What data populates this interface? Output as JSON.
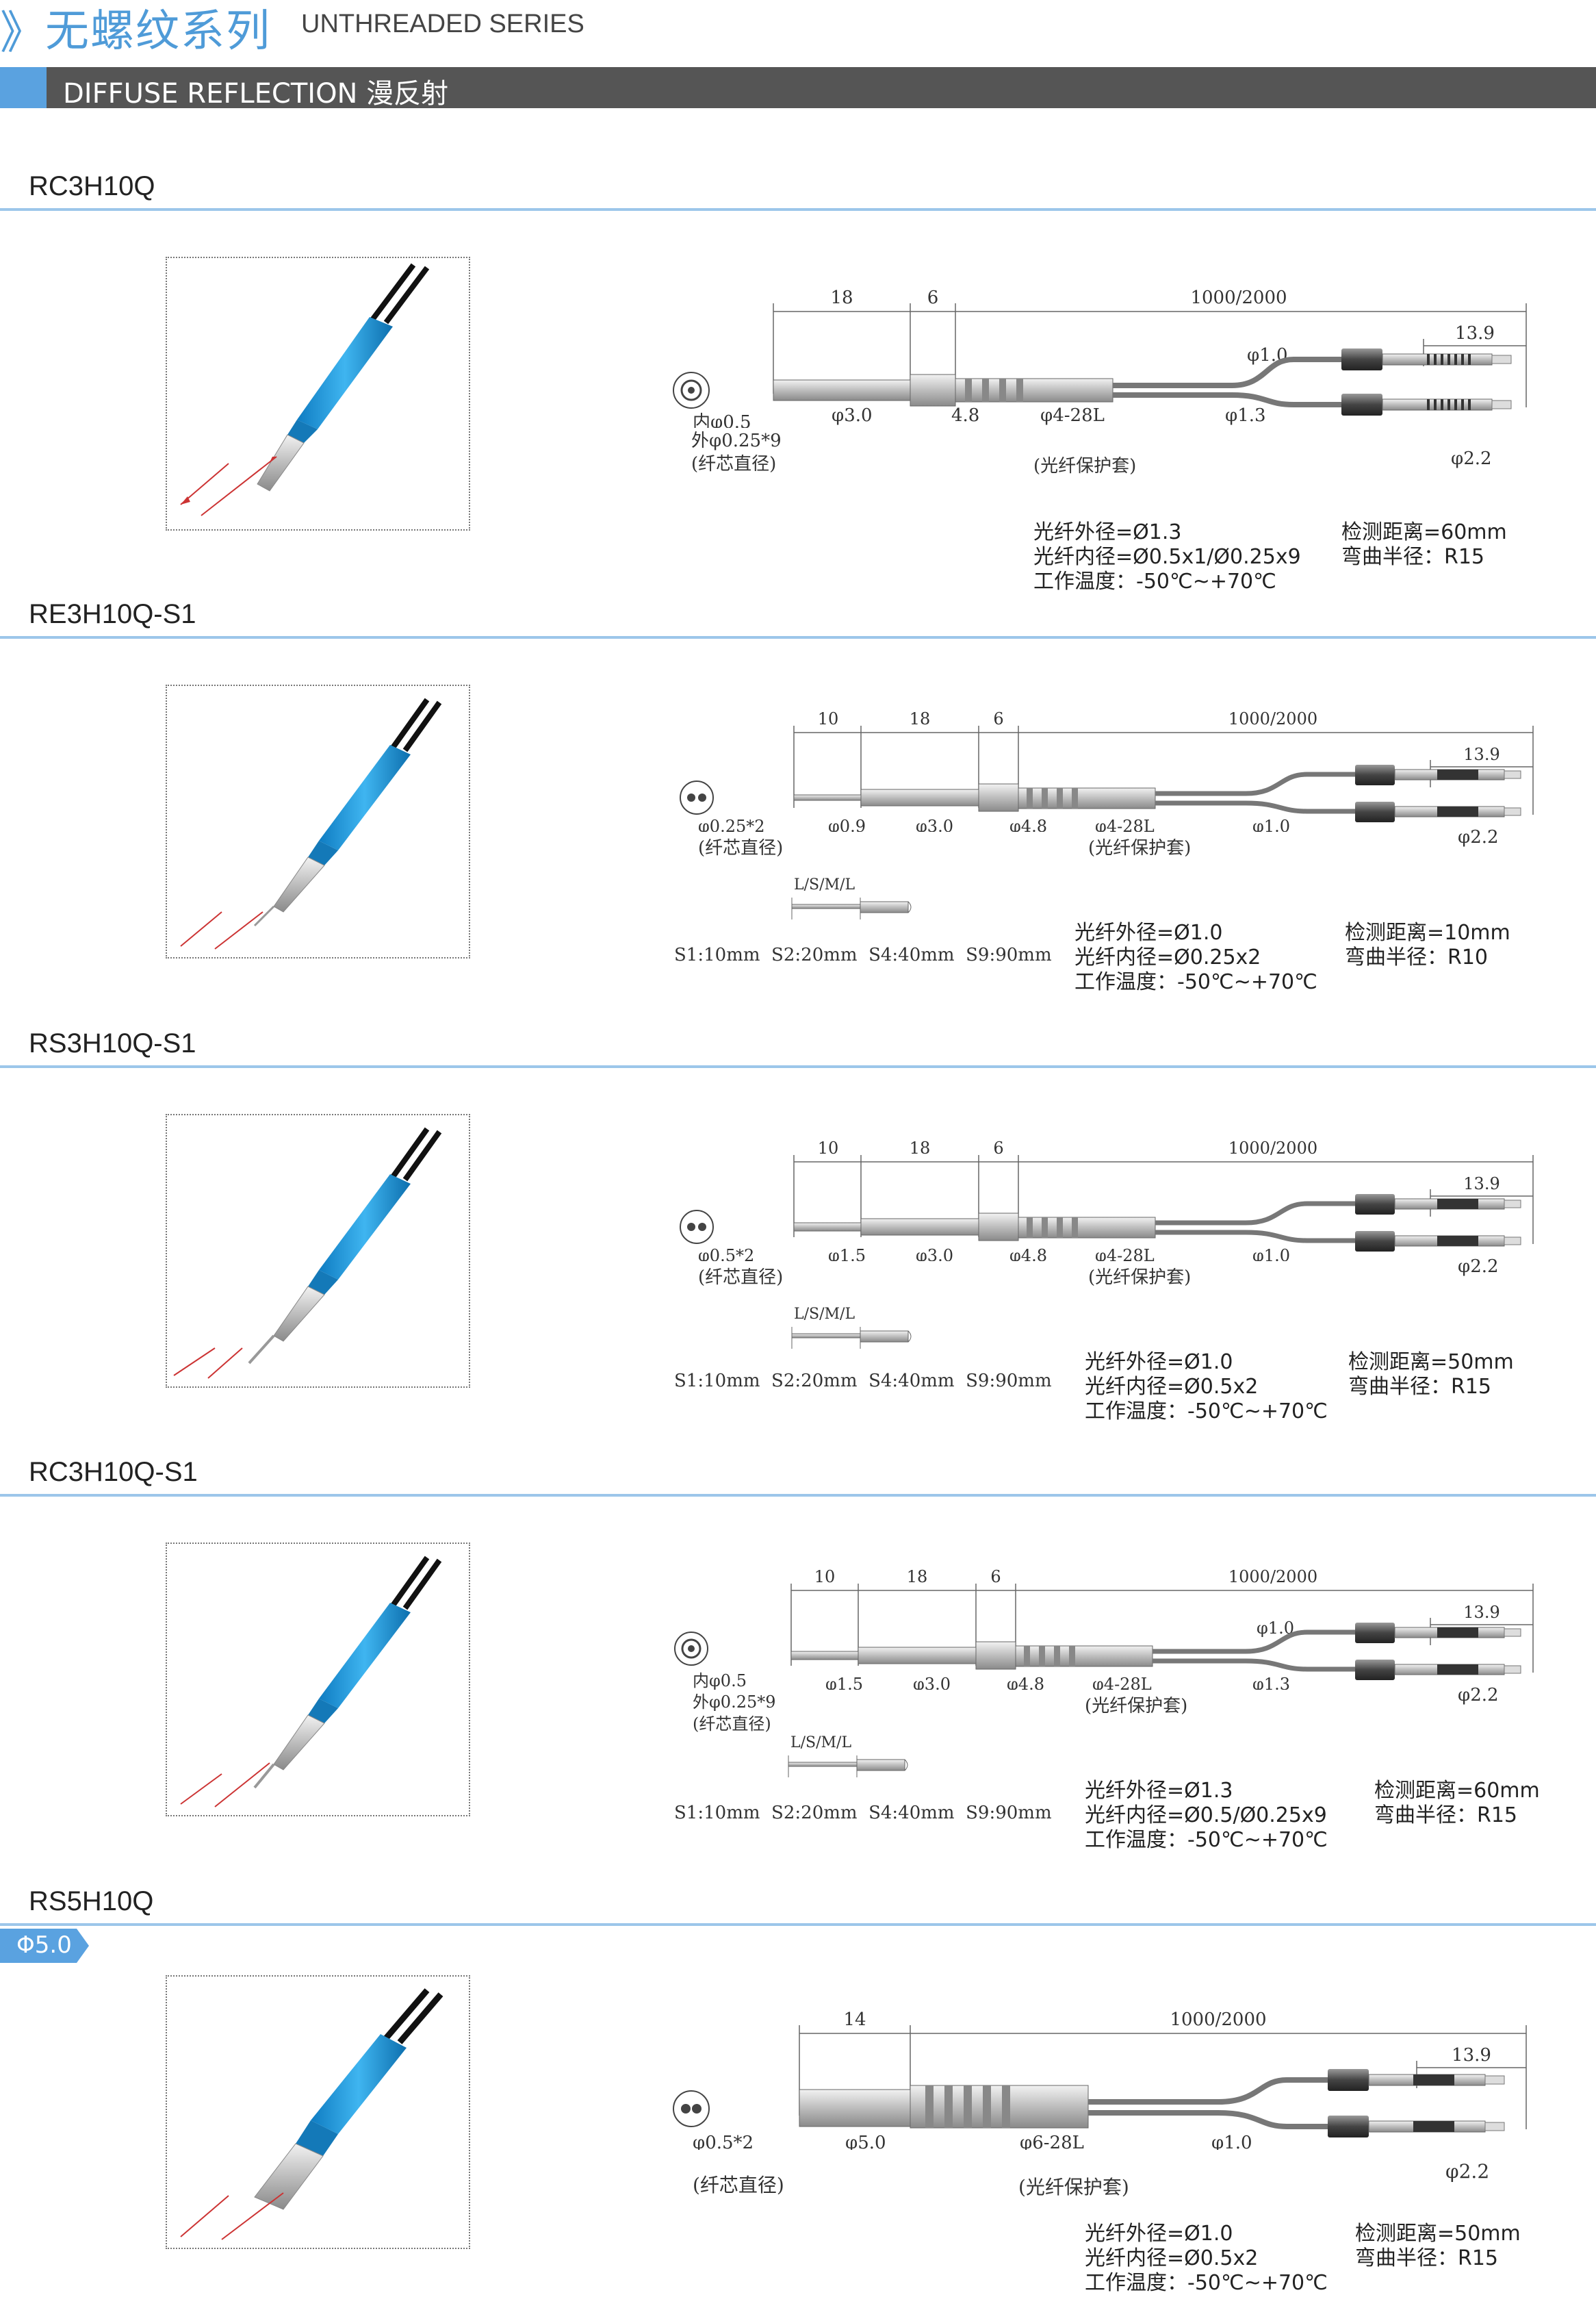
{
  "header": {
    "chevron": "》",
    "title_cn": "无螺纹系列",
    "title_en": "UNTHREADED SERIES"
  },
  "banner": {
    "text": "DIFFUSE REFLECTION 漫反射"
  },
  "colors": {
    "accent": "#5aa2e0",
    "banner": "#555555",
    "rule": "#9cc6ea",
    "probe": "#1e9be0"
  },
  "options_text": "S1:10mm  S2:20mm  S4:40mm  S9:90mm",
  "lsml": "L/S/M/L",
  "sections": [
    {
      "title": "RC3H10Q",
      "dims": {
        "a": "18",
        "b": "6",
        "len": "1000/2000",
        "end": "13.9",
        "tip": "φ1.0",
        "fiber": "内φ0.5",
        "fiber2": "外φ0.25*9",
        "fiber3": "(纤芯直径)",
        "d1": "φ3.0",
        "d2": "4.8",
        "d3": "φ4-28L",
        "d3b": "(光纤保护套)",
        "d4": "φ1.3",
        "d5": "φ2.2"
      },
      "specs": {
        "l1": "光纤外径=Ø1.3",
        "l2": "光纤内径=Ø0.5x1/Ø0.25x9",
        "l3": "工作温度：-50℃~+70℃",
        "r1": "检测距离=60mm",
        "r2": "弯曲半径：R15"
      }
    },
    {
      "title": "RE3H10Q-S1",
      "dims": {
        "a0": "10",
        "a": "18",
        "b": "6",
        "len": "1000/2000",
        "end": "13.9",
        "fiber": "φ0.25*2",
        "fiber3": "(纤芯直径)",
        "d0": "φ0.9",
        "d1": "φ3.0",
        "d2": "φ4.8",
        "d3": "φ4-28L",
        "d3b": "(光纤保护套)",
        "d4": "φ1.0",
        "d5": "φ2.2"
      },
      "specs": {
        "l1": "光纤外径=Ø1.0",
        "l2": "光纤内径=Ø0.25x2",
        "l3": "工作温度：-50℃~+70℃",
        "r1": "检测距离=10mm",
        "r2": "弯曲半径：R10"
      }
    },
    {
      "title": "RS3H10Q-S1",
      "dims": {
        "a0": "10",
        "a": "18",
        "b": "6",
        "len": "1000/2000",
        "end": "13.9",
        "fiber": "φ0.5*2",
        "fiber3": "(纤芯直径)",
        "d0": "φ1.5",
        "d1": "φ3.0",
        "d2": "φ4.8",
        "d3": "φ4-28L",
        "d3b": "(光纤保护套)",
        "d4": "φ1.0",
        "d5": "φ2.2"
      },
      "specs": {
        "l1": "光纤外径=Ø1.0",
        "l2": "光纤内径=Ø0.5x2",
        "l3": "工作温度：-50℃~+70℃",
        "r1": "检测距离=50mm",
        "r2": "弯曲半径：R15"
      }
    },
    {
      "title": "RC3H10Q-S1",
      "dims": {
        "a0": "10",
        "a": "18",
        "b": "6",
        "len": "1000/2000",
        "end": "13.9",
        "tip": "φ1.0",
        "fiber": "内φ0.5",
        "fiber2": "外φ0.25*9",
        "fiber3": "(纤芯直径)",
        "d0": "φ1.5",
        "d1": "φ3.0",
        "d2": "φ4.8",
        "d3": "φ4-28L",
        "d3b": "(光纤保护套)",
        "d4": "φ1.3",
        "d5": "φ2.2"
      },
      "specs": {
        "l1": "光纤外径=Ø1.3",
        "l2": "光纤内径=Ø0.5/Ø0.25x9",
        "l3": "工作温度：-50℃~+70℃",
        "r1": "检测距离=60mm",
        "r2": "弯曲半径：R15"
      }
    },
    {
      "title": "RS5H10Q",
      "badge": "Φ5.0",
      "dims": {
        "a": "14",
        "len": "1000/2000",
        "end": "13.9",
        "fiber": "φ0.5*2",
        "fiber3": "(纤芯直径)",
        "d1": "φ5.0",
        "d3": "φ6-28L",
        "d3b": "(光纤保护套)",
        "d4": "φ1.0",
        "d5": "φ2.2"
      },
      "specs": {
        "l1": "光纤外径=Ø1.0",
        "l2": "光纤内径=Ø0.5x2",
        "l3": "工作温度：-50℃~+70℃",
        "r1": "检测距离=50mm",
        "r2": "弯曲半径：R15"
      }
    }
  ]
}
